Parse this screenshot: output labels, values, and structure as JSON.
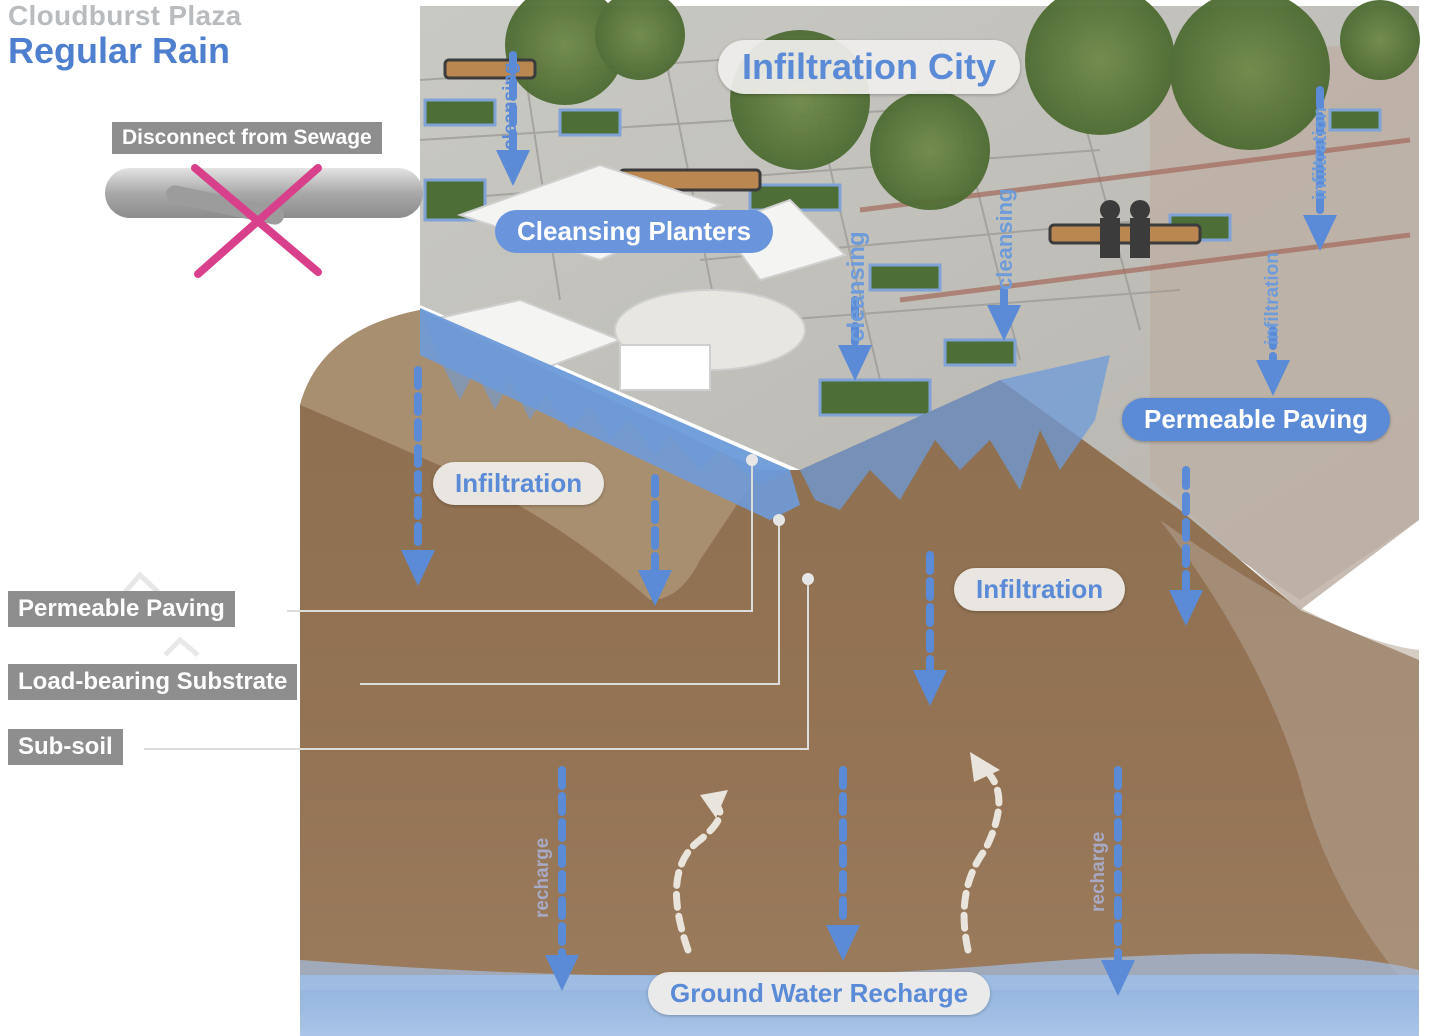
{
  "header": {
    "subtitle": "Cloudburst Plaza",
    "title": "Regular Rain"
  },
  "labels": {
    "infiltration_city": "Infiltration City",
    "cleansing_planters": "Cleansing Planters",
    "permeable_paving_top": "Permeable Paving",
    "infiltration_left": "Infiltration",
    "infiltration_right": "Infiltration",
    "ground_water": "Ground Water Recharge",
    "disconnect": "Disconnect from Sewage"
  },
  "legend": {
    "paving": "Permeable Paving",
    "substrate": "Load-bearing Substrate",
    "subsoil": "Sub-soil"
  },
  "arrow_labels": {
    "cleansing_1": "cleansing",
    "cleansing_2": "cleansing",
    "cleansing_3": "cleansing",
    "infiltration_1": "infiltration",
    "infiltration_2": "infiltration",
    "recharge_1": "recharge",
    "recharge_2": "recharge"
  },
  "colors": {
    "water_blue": "#5b8bd6",
    "soil": "#8f6e4c",
    "pill_bg": "#f0eeec",
    "sewer_cross": "#d9408c",
    "legend_box": "#8e8e8e"
  }
}
